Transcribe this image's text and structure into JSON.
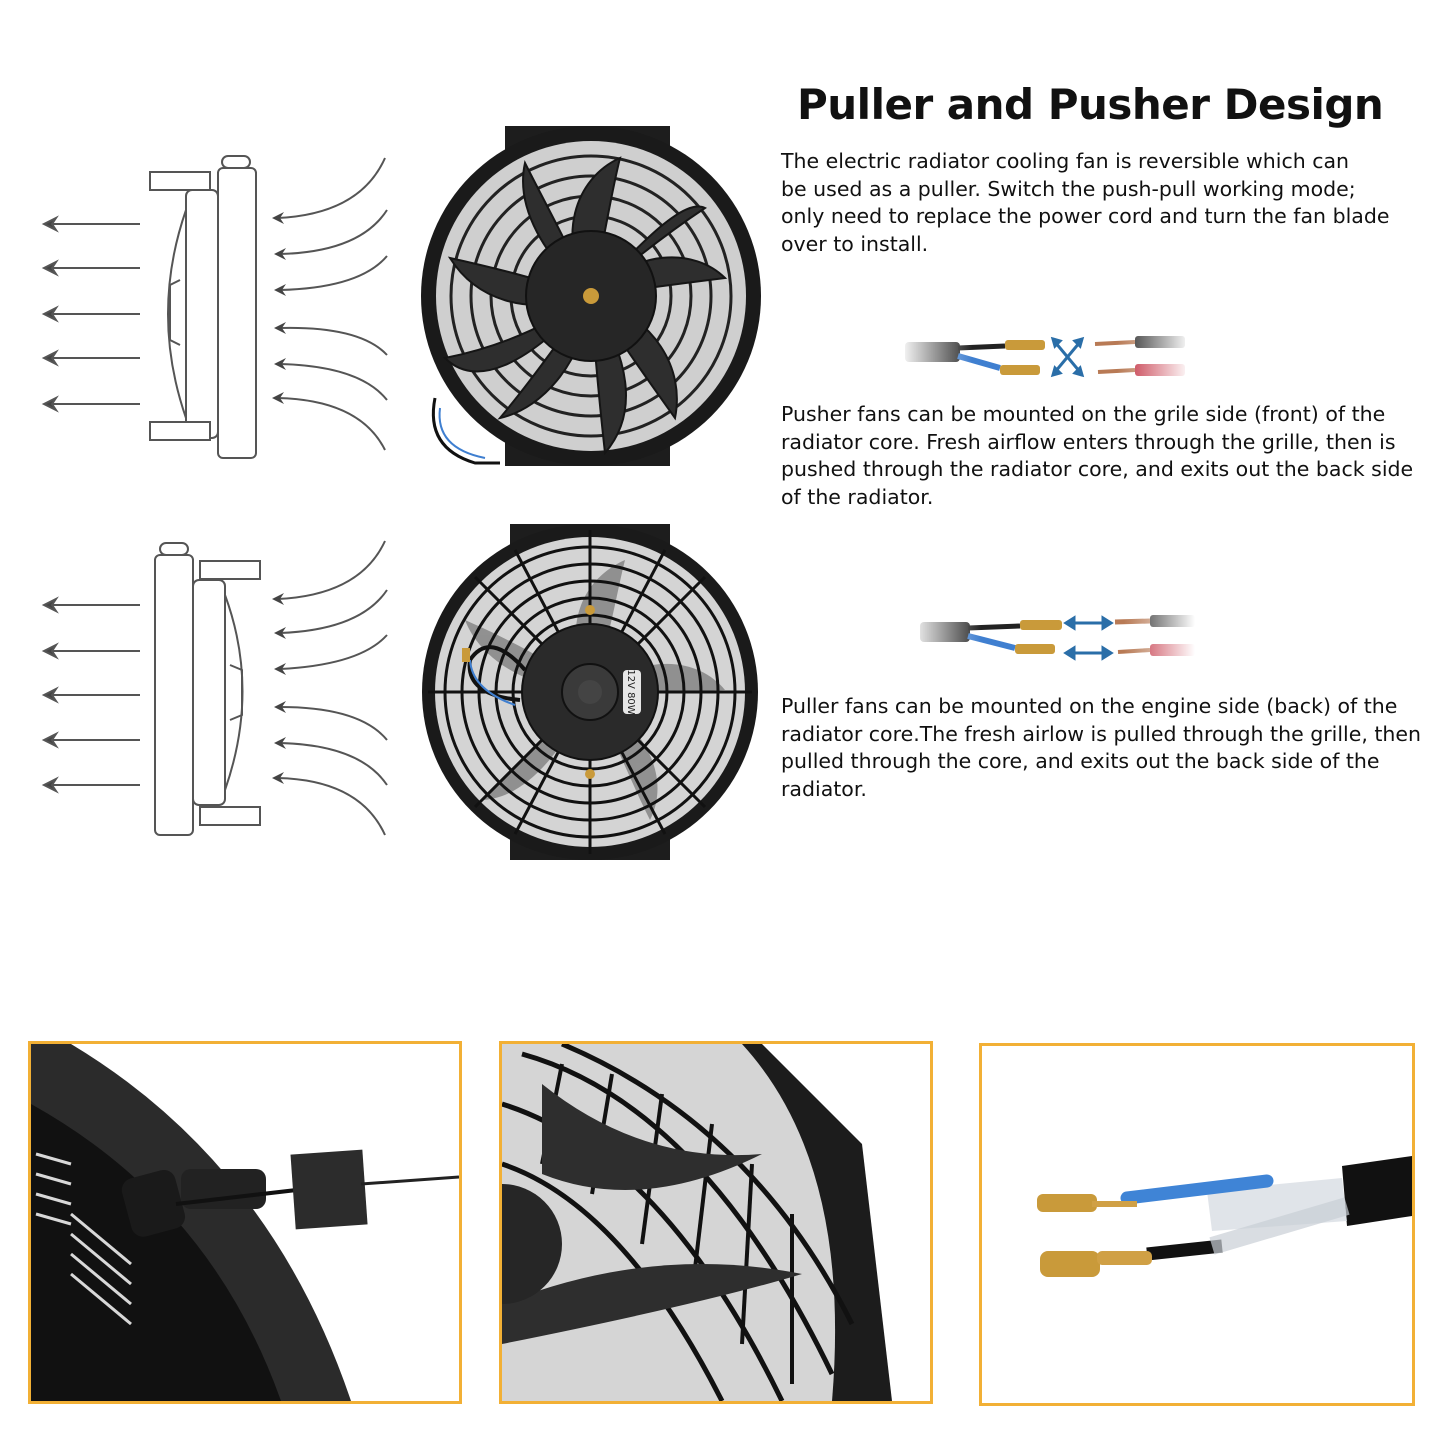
{
  "heading": {
    "title": "Puller and Pusher Design"
  },
  "intro": {
    "lines": [
      "The electric radiator cooling fan is reversible which can",
      "be used as a puller. Switch the push-pull working mode;",
      "only need to replace the power cord and turn the fan blade",
      "over to install."
    ]
  },
  "pusher": {
    "wiring_label": "crossed-wiring",
    "lines": [
      "Pusher fans can be mounted on the grile side (front) of the",
      "radiator core. Fresh airflow enters through the grille, then is",
      "pushed through the radiator core, and exits out the back side",
      "of the radiator."
    ]
  },
  "puller": {
    "wiring_label": "straight-wiring",
    "motor_label": "12V 80W",
    "lines": [
      "Puller fans can be mounted on the engine side (back) of the",
      "radiator core.The fresh airlow is pulled through the grille, then",
      "pulled through the core, and exits out the back side of the",
      "radiator."
    ]
  },
  "detail_photos": [
    {
      "name": "mounting-kit-closeup"
    },
    {
      "name": "fan-blade-closeup"
    },
    {
      "name": "wire-connector-closeup"
    }
  ],
  "colors": {
    "frame_border": "#f2b035",
    "arrow_blue": "#2a6ea8",
    "wire_blue": "#3f7fd0",
    "wire_red": "#c0283a",
    "brass": "#c99a3a"
  }
}
